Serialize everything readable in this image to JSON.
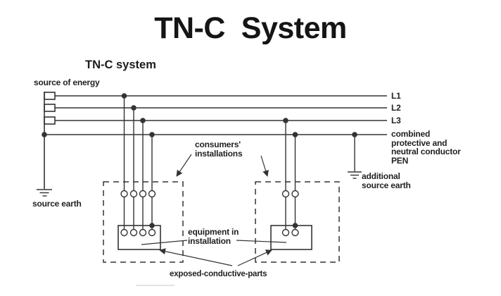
{
  "title": "TN-C  System",
  "diagram": {
    "subtitle": "TN-C system",
    "labels": {
      "source_of_energy": "source of energy",
      "source_earth": "source earth",
      "l1": "L1",
      "l2": "L2",
      "l3": "L3",
      "pen": "combined\nprotective and\nneutral conductor\nPEN",
      "additional_source_earth": "additional\nsource earth",
      "consumers_installations": "consumers'\ninstallations",
      "equipment_in_installation": "equipment in\ninstallation",
      "exposed_conductive_parts": "exposed-conductive-parts"
    },
    "colors": {
      "line": "#333333",
      "text": "#222222",
      "bg": "#ffffff"
    }
  }
}
